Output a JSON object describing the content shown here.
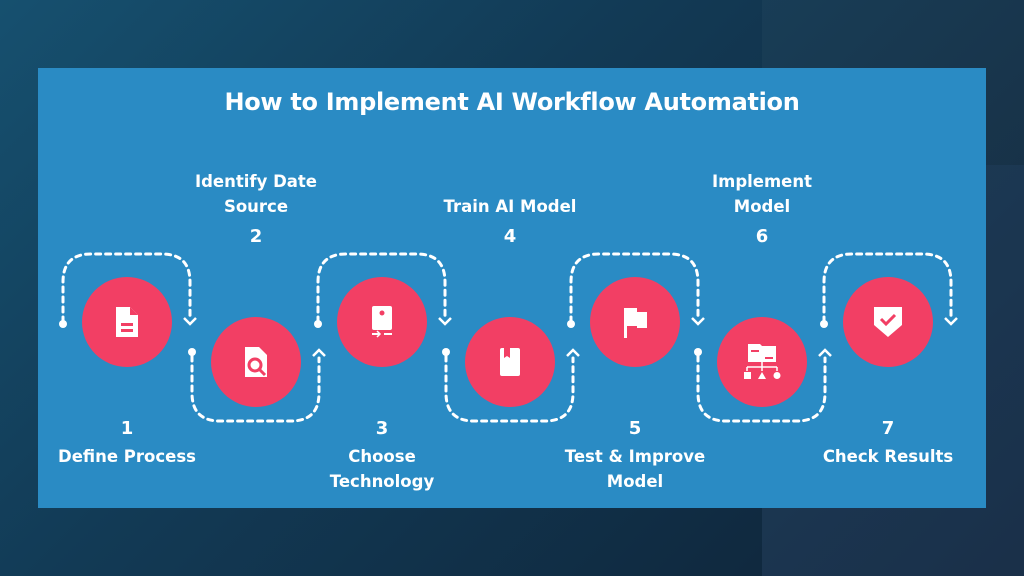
{
  "title": "How to Implement AI Workflow Automation",
  "colors": {
    "panel": "#2a8bc4",
    "circle": "#f23f64",
    "icon": "#ffffff"
  },
  "steps": [
    {
      "number": "1",
      "label_lines": [
        "Define Process"
      ],
      "icon": "document-icon"
    },
    {
      "number": "2",
      "label_lines": [
        "Identify Date",
        "Source"
      ],
      "icon": "document-search-icon"
    },
    {
      "number": "3",
      "label_lines": [
        "Choose",
        "Technology"
      ],
      "icon": "device-transfer-icon"
    },
    {
      "number": "4",
      "label_lines": [
        "Train AI Model"
      ],
      "icon": "book-icon"
    },
    {
      "number": "5",
      "label_lines": [
        "Test & Improve",
        "Model"
      ],
      "icon": "flag-icon"
    },
    {
      "number": "6",
      "label_lines": [
        "Implement",
        "Model"
      ],
      "icon": "hierarchy-folder-icon"
    },
    {
      "number": "7",
      "label_lines": [
        "Check Results"
      ],
      "icon": "shield-check-icon"
    }
  ]
}
